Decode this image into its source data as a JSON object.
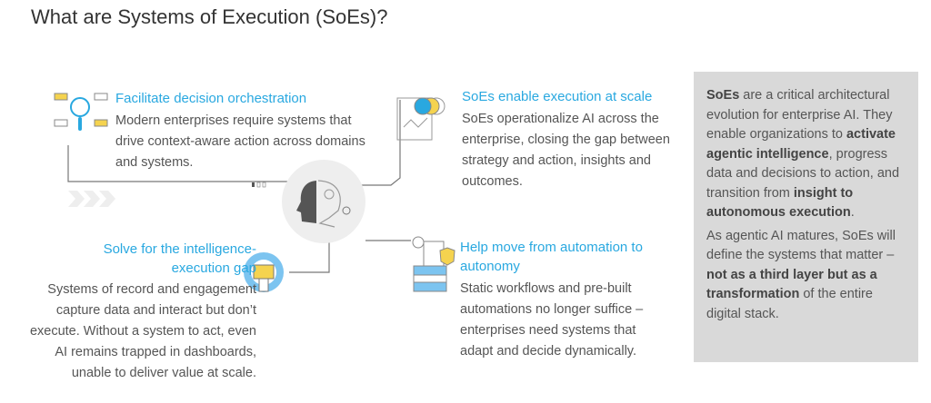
{
  "title": "What are Systems of Execution (SoEs)?",
  "cards": [
    {
      "heading": "Facilitate decision orchestration",
      "body": "Modern enterprises require systems that drive context-aware action across domains and systems.",
      "icon": "magnifier-network-icon"
    },
    {
      "heading": "SoEs enable execution at scale",
      "body": "SoEs operationalize AI across the enterprise, closing the gap between strategy and action, insights and outcomes.",
      "icon": "coins-chart-icon"
    },
    {
      "heading": "Solve for the intelligence-execution gap",
      "body": "Systems of record and engagement capture data and interact but don’t execute. Without a system to act, even AI remains trapped in dashboards, unable to deliver value at scale.",
      "icon": "gear-briefcase-icon"
    },
    {
      "heading": "Help move from automation to autonomy",
      "body": "Static workflows and pre-built automations no longer suffice – enterprises need systems that adapt and decide dynamically.",
      "icon": "server-shield-icon"
    }
  ],
  "panel": {
    "p1": [
      {
        "t": "SoEs",
        "b": true
      },
      {
        "t": " are a critical architectural evolution for enterprise AI. They enable organizations to "
      },
      {
        "t": "activate agentic intelligence",
        "b": true
      },
      {
        "t": ", progress data and decisions to action, and transition from "
      },
      {
        "t": "insight to autonomous execution",
        "b": true
      },
      {
        "t": "."
      }
    ],
    "p2": [
      {
        "t": "As agentic AI matures, SoEs will define the systems that matter – "
      },
      {
        "t": "not as a third layer but as a transformation",
        "b": true
      },
      {
        "t": " of the entire digital stack."
      }
    ]
  },
  "colors": {
    "accent": "#29a8e0",
    "yellow": "#f5d34f",
    "panel": "#d9d9d9"
  }
}
